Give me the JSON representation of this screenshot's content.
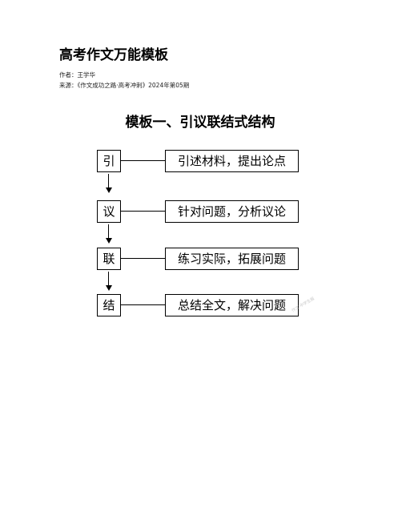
{
  "document": {
    "title": "高考作文万能模板",
    "author_line": "作者：王学华",
    "source_line": "来源：《作文成功之路·高考冲刺》2024年第05期"
  },
  "figure": {
    "title": "模板一、引议联结式结构",
    "steps": [
      {
        "key": "引",
        "description": "引述材料，提出论点"
      },
      {
        "key": "议",
        "description": "针对问题，分析议论"
      },
      {
        "key": "联",
        "description": "练习实际，拓展问题"
      },
      {
        "key": "结",
        "description": "总结全文，解决问题"
      }
    ],
    "watermark": "作文·中学生报"
  }
}
